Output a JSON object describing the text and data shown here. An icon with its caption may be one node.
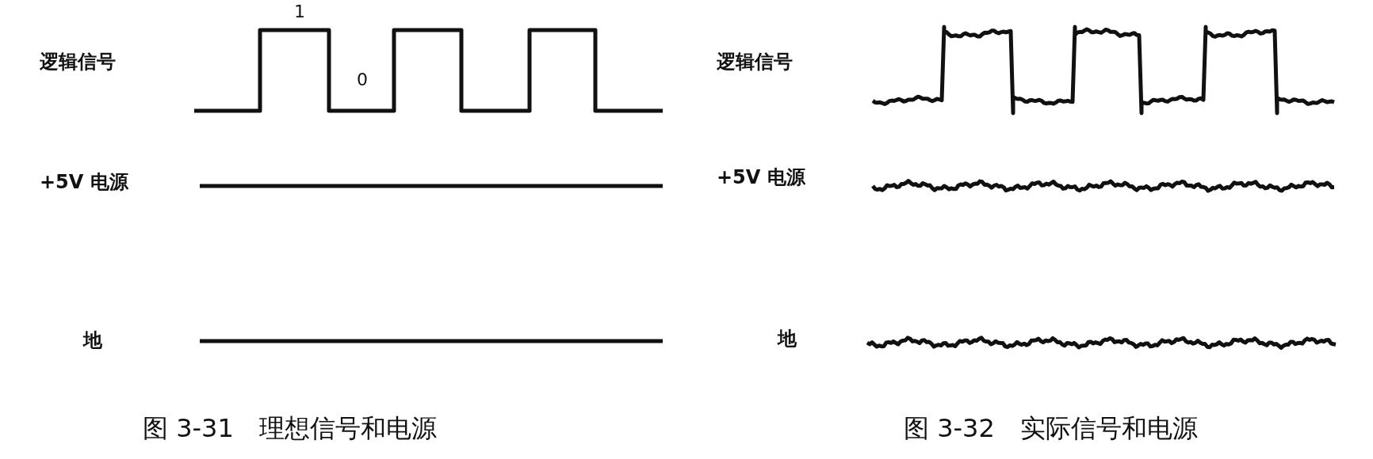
{
  "diagram": {
    "labels": [
      "逻辑信号",
      "1",
      "0",
      "+5V 电源",
      "地",
      "图 3-31　理想信号和电源",
      "逻辑信号",
      "+5V 电源",
      "地",
      "图 3-32　实际信号和电源"
    ]
  }
}
